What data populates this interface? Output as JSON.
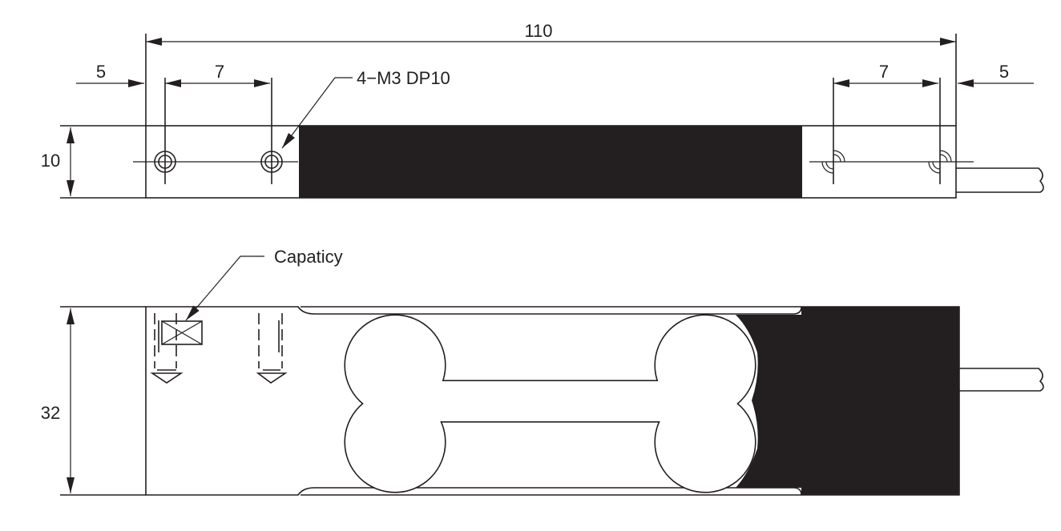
{
  "title": "Load cell dimensional drawing",
  "dimensions": {
    "overall_length": "110",
    "left_edge_offset": "5",
    "left_hole_spacing": "7",
    "right_hole_spacing": "7",
    "right_edge_offset": "5",
    "height_top_view": "10",
    "height_side_view": "32"
  },
  "callouts": {
    "holes": "4−M3 DP10",
    "label": "Capaticy"
  },
  "colors": {
    "ink": "#231f20",
    "background": "#ffffff"
  }
}
